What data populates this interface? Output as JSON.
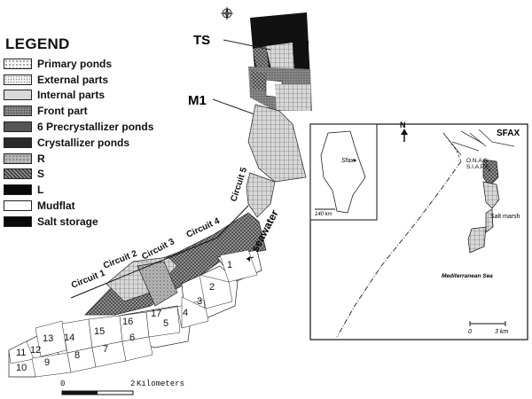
{
  "legend": {
    "title": "LEGEND",
    "items": [
      {
        "label": "Primary ponds",
        "swatch": "dots-white"
      },
      {
        "label": "External parts",
        "swatch": "dots-fine"
      },
      {
        "label": "Internal parts",
        "swatch": "light-gray"
      },
      {
        "label": "Front part",
        "swatch": "mid-gray-texture"
      },
      {
        "label": "6 Precrystallizer ponds",
        "swatch": "dark-gray"
      },
      {
        "label": "Crystallizer ponds",
        "swatch": "very-dark"
      },
      {
        "label": "R",
        "swatch": "gray-speckle"
      },
      {
        "label": "S",
        "swatch": "crosshatch-dark"
      },
      {
        "label": "L",
        "swatch": "black"
      },
      {
        "label": "Mudflat",
        "swatch": "white"
      },
      {
        "label": "Salt storage",
        "swatch": "black"
      }
    ]
  },
  "main_map": {
    "labels": {
      "ts": "TS",
      "m1": "M1",
      "seawater": "seawater",
      "circuit1": "Circuit 1",
      "circuit2": "Circuit 2",
      "circuit3": "Circuit 3",
      "circuit4": "Circuit 4",
      "circuit5": "Circuit 5"
    },
    "pond_numbers": [
      "1",
      "2",
      "3",
      "4",
      "5",
      "6",
      "7",
      "8",
      "9",
      "10",
      "11",
      "12",
      "13",
      "14",
      "15",
      "16",
      "17"
    ],
    "scale": {
      "start": "0",
      "end": "2",
      "unit": "Kilometers"
    }
  },
  "inset_map": {
    "city": "SFAX",
    "north": "N",
    "onas": "O.N.A.S",
    "siape": "S.I.A.P.E",
    "salt_marsh": "Salt marsh",
    "sea": "Mediterranean Sea",
    "scale_start": "0",
    "scale_end": "3 km",
    "locator": {
      "city": "Sfax",
      "scale": "140 km"
    }
  }
}
